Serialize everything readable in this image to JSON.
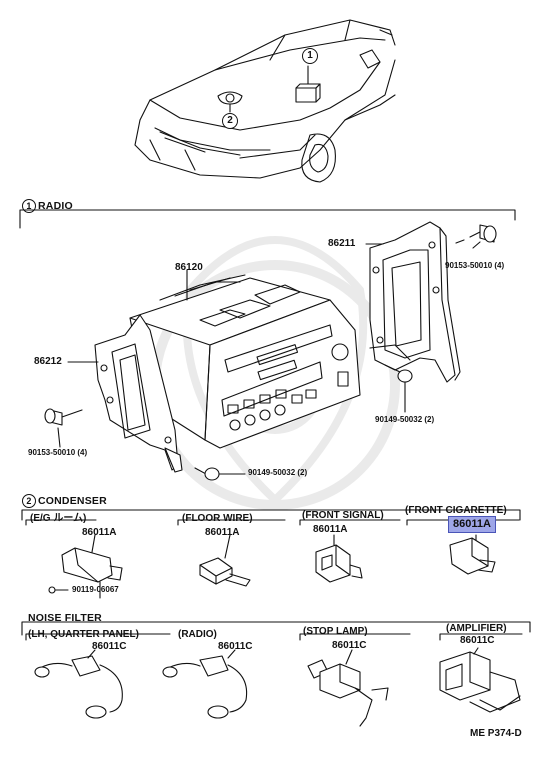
{
  "sections": {
    "radio": {
      "num": "1",
      "title": "RADIO"
    },
    "condenser": {
      "num": "2",
      "title": "CONDENSER"
    },
    "noise_filter": {
      "title": "NOISE FILTER"
    }
  },
  "callouts": {
    "c1": "1",
    "c2": "2"
  },
  "parts": {
    "p86211": "86211",
    "p86120": "86120",
    "p86212": "86212",
    "bolt_top": "90153-50010 (4)",
    "bolt_left": "90153-50010 (4)",
    "screw_right": "90149-50032 (2)",
    "screw_bottom": "90149-50032 (2)"
  },
  "condenser_groups": [
    {
      "header": "(E/G ルーム)",
      "part": "86011A",
      "extra": "90119-06067"
    },
    {
      "header": "(FLOOR WIRE)",
      "part": "86011A"
    },
    {
      "header": "(FRONT SIGNAL)",
      "part": "86011A"
    },
    {
      "header": "(FRONT CIGARETTE)",
      "part": "86011A"
    }
  ],
  "noise_groups": [
    {
      "header": "(LH, QUARTER PANEL)",
      "part": "86011C"
    },
    {
      "header": "(RADIO)",
      "part": "86011C"
    },
    {
      "header": "(STOP LAMP)",
      "part": "86011C"
    },
    {
      "header": "(AMPLIFIER)",
      "part": "86011C"
    }
  ],
  "footer_code": "ME P374-D",
  "colors": {
    "highlight": "#9ea6e8",
    "ink": "#111111"
  }
}
